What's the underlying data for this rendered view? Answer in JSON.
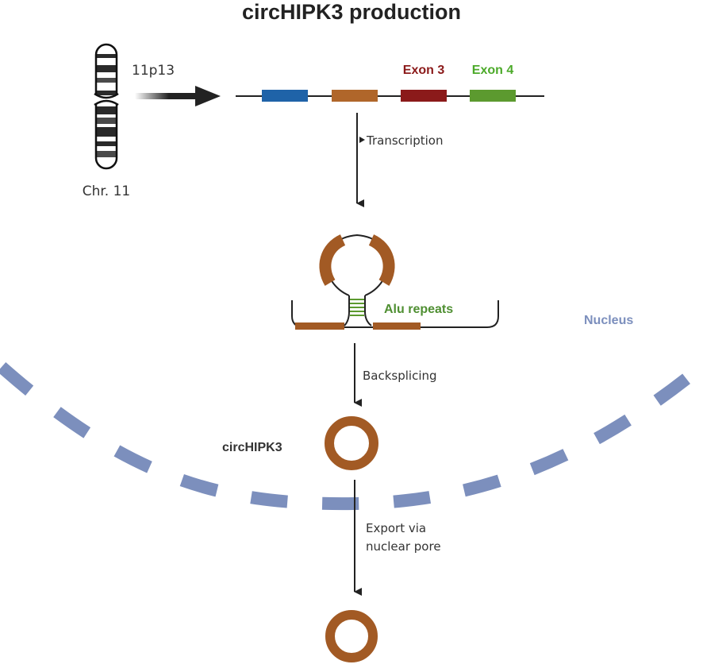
{
  "title": "circHIPK3 production",
  "chromosome": {
    "locus": "11p13",
    "name": "Chr. 11"
  },
  "gene": {
    "exon3_label": "Exon 3",
    "exon4_label": "Exon 4"
  },
  "steps": {
    "transcription": "Transcription",
    "backsplicing": "Backsplicing",
    "export_line1": "Export via",
    "export_line2": "nuclear pore"
  },
  "alu_label": "Alu repeats",
  "nucleus_label": "Nucleus",
  "product_label": "circHIPK3",
  "colors": {
    "exon1": "#1f63a8",
    "exon2": "#b0662a",
    "exon3": "#8b1a1a",
    "exon4": "#5c9a2f",
    "exon3_text": "#8b1a1a",
    "exon4_text": "#4caa2a",
    "alu_text": "#4f8f32",
    "circ": "#a25a24",
    "nucleus": "#7c8fbd"
  }
}
